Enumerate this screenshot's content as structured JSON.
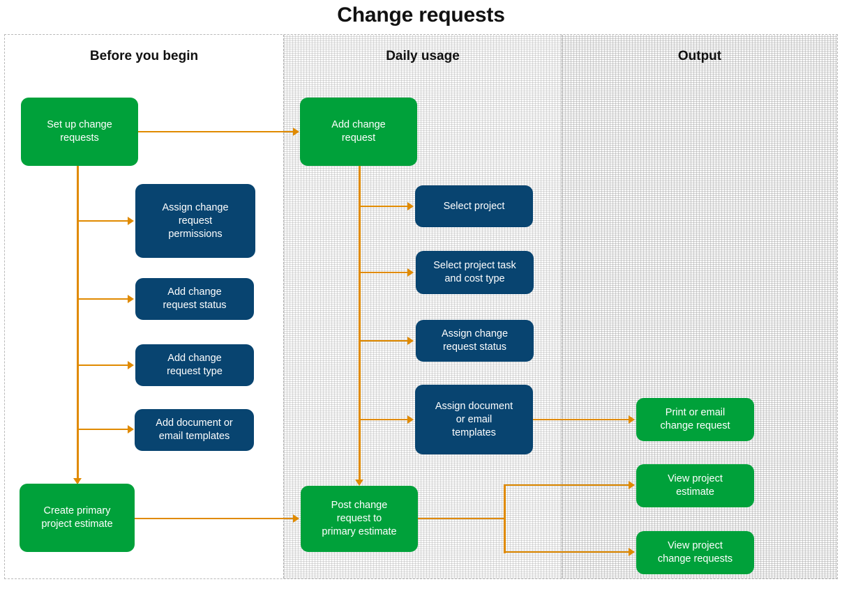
{
  "title": "Change requests",
  "lanes": [
    {
      "id": "before-you-begin",
      "label": "Before you begin"
    },
    {
      "id": "daily-usage",
      "label": "Daily usage"
    },
    {
      "id": "output",
      "label": "Output"
    }
  ],
  "colors": {
    "green": "#00a13a",
    "navy": "#084470",
    "arrow": "#e08a00",
    "title_text": "#111111",
    "node_text": "#ffffff",
    "lane_border": "#b0b0b0"
  },
  "nodes": {
    "set_up_change_requests": "Set up change\nrequests",
    "assign_change_request_permissions": "Assign change\nrequest\npermissions",
    "add_change_request_status": "Add change\nrequest status",
    "add_change_request_type": "Add change\nrequest type",
    "add_document_or_email_templates": "Add document or\nemail templates",
    "create_primary_project_estimate": "Create primary\nproject estimate",
    "add_change_request": "Add change\nrequest",
    "select_project": "Select project",
    "select_project_task_and_cost_type": "Select project task\nand cost type",
    "assign_change_request_status": "Assign change\nrequest status",
    "assign_document_or_email_templates": "Assign document\nor email\ntemplates",
    "post_change_request_to_primary_estimate": "Post change\nrequest to\nprimary estimate",
    "print_or_email_change_request": "Print or email\nchange request",
    "view_project_estimate": "View project\nestimate",
    "view_project_change_requests": "View project\nchange requests"
  },
  "chart_data": {
    "type": "diagram",
    "subtype": "swimlane-flowchart",
    "title": "Change requests",
    "lanes": [
      "Before you begin",
      "Daily usage",
      "Output"
    ],
    "node_kinds": {
      "green": "process/primary step",
      "navy": "setup/detail step"
    },
    "nodes": [
      {
        "id": "set_up_change_requests",
        "label": "Set up change requests",
        "lane": "Before you begin",
        "color": "green"
      },
      {
        "id": "assign_change_request_permissions",
        "label": "Assign change request permissions",
        "lane": "Before you begin",
        "color": "navy"
      },
      {
        "id": "add_change_request_status",
        "label": "Add change request status",
        "lane": "Before you begin",
        "color": "navy"
      },
      {
        "id": "add_change_request_type",
        "label": "Add change request type",
        "lane": "Before you begin",
        "color": "navy"
      },
      {
        "id": "add_document_or_email_templates",
        "label": "Add document or email templates",
        "lane": "Before you begin",
        "color": "navy"
      },
      {
        "id": "create_primary_project_estimate",
        "label": "Create primary project estimate",
        "lane": "Before you begin",
        "color": "green"
      },
      {
        "id": "add_change_request",
        "label": "Add change request",
        "lane": "Daily usage",
        "color": "green"
      },
      {
        "id": "select_project",
        "label": "Select project",
        "lane": "Daily usage",
        "color": "navy"
      },
      {
        "id": "select_project_task_and_cost_type",
        "label": "Select project task and cost type",
        "lane": "Daily usage",
        "color": "navy"
      },
      {
        "id": "assign_change_request_status",
        "label": "Assign change request status",
        "lane": "Daily usage",
        "color": "navy"
      },
      {
        "id": "assign_document_or_email_templates",
        "label": "Assign document or email templates",
        "lane": "Daily usage",
        "color": "navy"
      },
      {
        "id": "post_change_request_to_primary_estimate",
        "label": "Post change request to primary estimate",
        "lane": "Daily usage",
        "color": "green"
      },
      {
        "id": "print_or_email_change_request",
        "label": "Print or email change request",
        "lane": "Output",
        "color": "green"
      },
      {
        "id": "view_project_estimate",
        "label": "View project estimate",
        "lane": "Output",
        "color": "green"
      },
      {
        "id": "view_project_change_requests",
        "label": "View project change requests",
        "lane": "Output",
        "color": "green"
      }
    ],
    "edges": [
      {
        "from": "set_up_change_requests",
        "to": "add_change_request"
      },
      {
        "from": "set_up_change_requests",
        "to": "assign_change_request_permissions"
      },
      {
        "from": "set_up_change_requests",
        "to": "add_change_request_status"
      },
      {
        "from": "set_up_change_requests",
        "to": "add_change_request_type"
      },
      {
        "from": "set_up_change_requests",
        "to": "add_document_or_email_templates"
      },
      {
        "from": "set_up_change_requests",
        "to": "create_primary_project_estimate"
      },
      {
        "from": "create_primary_project_estimate",
        "to": "post_change_request_to_primary_estimate"
      },
      {
        "from": "add_change_request",
        "to": "select_project"
      },
      {
        "from": "add_change_request",
        "to": "select_project_task_and_cost_type"
      },
      {
        "from": "add_change_request",
        "to": "assign_change_request_status"
      },
      {
        "from": "add_change_request",
        "to": "assign_document_or_email_templates"
      },
      {
        "from": "add_change_request",
        "to": "post_change_request_to_primary_estimate"
      },
      {
        "from": "assign_document_or_email_templates",
        "to": "print_or_email_change_request"
      },
      {
        "from": "post_change_request_to_primary_estimate",
        "to": "view_project_estimate"
      },
      {
        "from": "post_change_request_to_primary_estimate",
        "to": "view_project_change_requests"
      }
    ]
  }
}
